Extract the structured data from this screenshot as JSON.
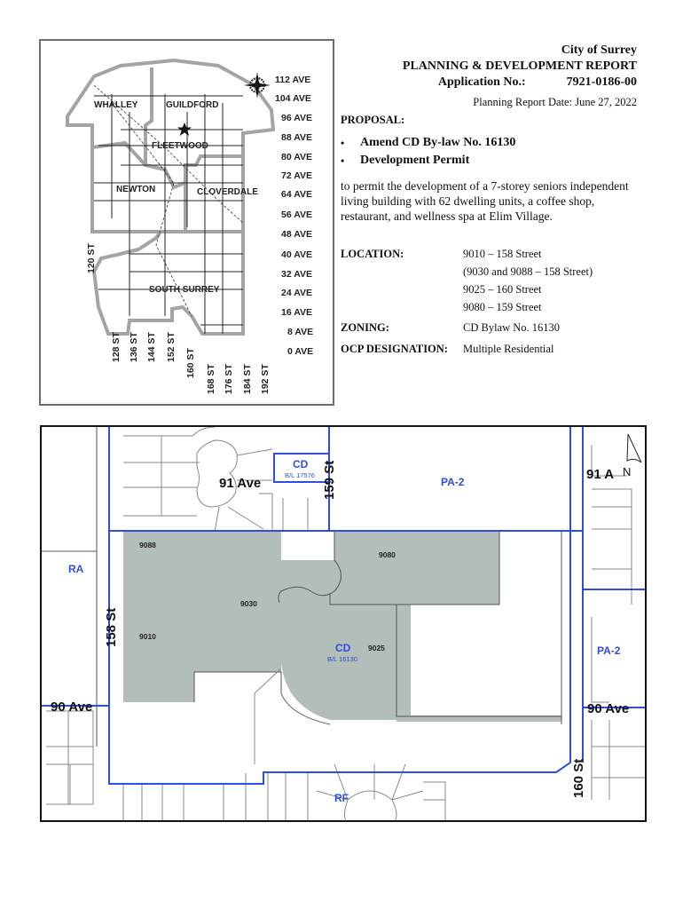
{
  "header": {
    "org": "City of Surrey",
    "report_title": "PLANNING & DEVELOPMENT REPORT",
    "application_label": "Application No.:",
    "application_no": "7921-0186-00",
    "report_date": "Planning Report Date:  June 27, 2022"
  },
  "proposal": {
    "title": "PROPOSAL:",
    "bullets": [
      "Amend CD By-law No. 16130",
      "Development Permit"
    ],
    "bullet_glyph": "•",
    "description": "to permit the development of a 7-storey seniors independent living building with 62 dwelling units, a coffee shop, restaurant, and wellness spa at Elim Village."
  },
  "details": {
    "location_label": "LOCATION:",
    "location_lines": [
      "9010 – 158 Street",
      "(9030 and 9088 – 158 Street)",
      "9025 – 160 Street",
      "9080 – 159 Street"
    ],
    "zoning_label": "ZONING:",
    "zoning_value": "CD Bylaw No. 16130",
    "ocp_label": "OCP DESIGNATION:",
    "ocp_value": "Multiple Residential"
  },
  "key_map": {
    "neighbourhoods": [
      "WHALLEY",
      "GUILDFORD",
      "FLEETWOOD",
      "NEWTON",
      "CLOVERDALE",
      "SOUTH SURREY"
    ],
    "avenues": [
      "112 AVE",
      "104 AVE",
      "96 AVE",
      "88 AVE",
      "80 AVE",
      "72 AVE",
      "64 AVE",
      "56 AVE",
      "48 AVE",
      "40 AVE",
      "32 AVE",
      "24 AVE",
      "16 AVE",
      "8 AVE",
      "0 AVE"
    ],
    "streets": [
      "120 ST",
      "128 ST",
      "136 ST",
      "144 ST",
      "152 ST",
      "160 ST",
      "168 ST",
      "176 ST",
      "184 ST",
      "192 ST"
    ],
    "icons": {
      "compass": "compass-rose-icon",
      "site_marker": "star-marker-icon"
    }
  },
  "site_map": {
    "streets": {
      "ave_91": "91 Ave",
      "ave_91a": "91 A",
      "ave_90_west": "90 Ave",
      "ave_90_east": "90 Ave",
      "st_158": "158 St",
      "st_159": "159 St",
      "st_160": "160 St"
    },
    "zones": {
      "cd_north": "CD",
      "cd_north_bylaw": "B/L 17576",
      "pa2_north": "PA-2",
      "ra": "RA",
      "cd_subject": "CD",
      "cd_subject_bylaw": "B/L 16130",
      "pa2_east": "PA-2",
      "rf": "RF"
    },
    "addresses": [
      "9088",
      "9080",
      "9030",
      "9010",
      "9025"
    ],
    "north_arrow_label": "N",
    "colors": {
      "zone_line": "#2f4de0",
      "subject_fill": "#b3bdb9",
      "lot_line": "#7a7a7a"
    }
  }
}
